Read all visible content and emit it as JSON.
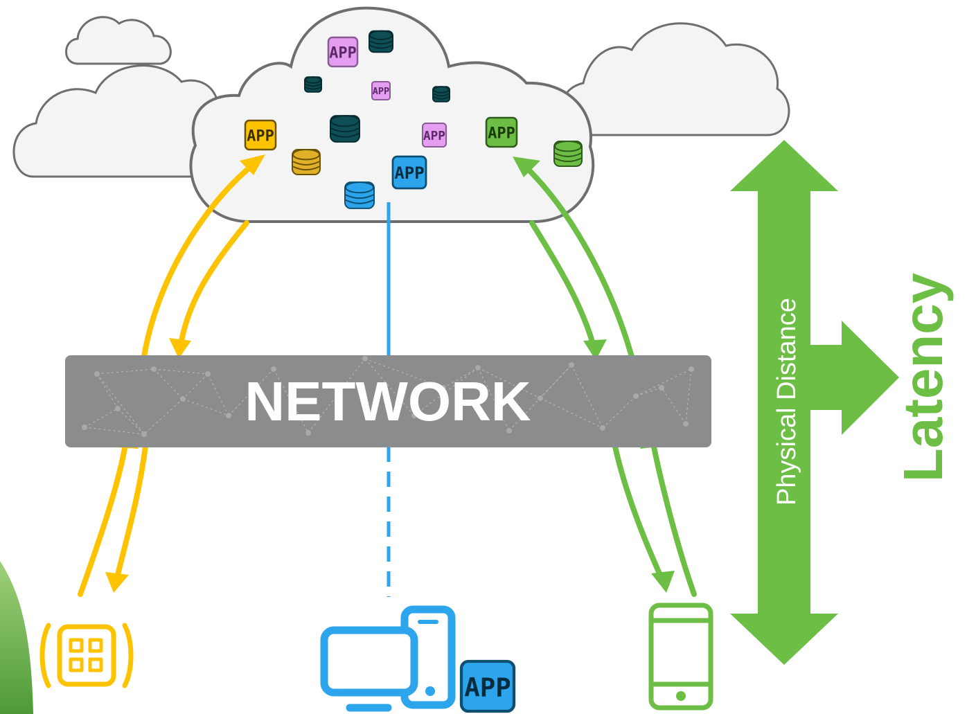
{
  "network": {
    "label": "NETWORK"
  },
  "distance": {
    "label": "Physical Distance"
  },
  "latency": {
    "label": "Latency"
  },
  "app_badge": {
    "label": "APP"
  },
  "colors": {
    "yellow": "#FDC300",
    "green": "#6DBE45",
    "blue": "#2CA5EC",
    "pink": "#E49DF0",
    "teal": "#0D4F55",
    "network_bar": "#8B8C8E",
    "cloud_fill": "#F4F4F5",
    "cloud_stroke": "#6E6E70"
  },
  "icons": {
    "left_device": "iot-hub-icon",
    "center_device": "desktop-and-tablet-icon",
    "right_device": "smartphone-icon",
    "database": "database-icon",
    "app": "app-badge-icon"
  }
}
